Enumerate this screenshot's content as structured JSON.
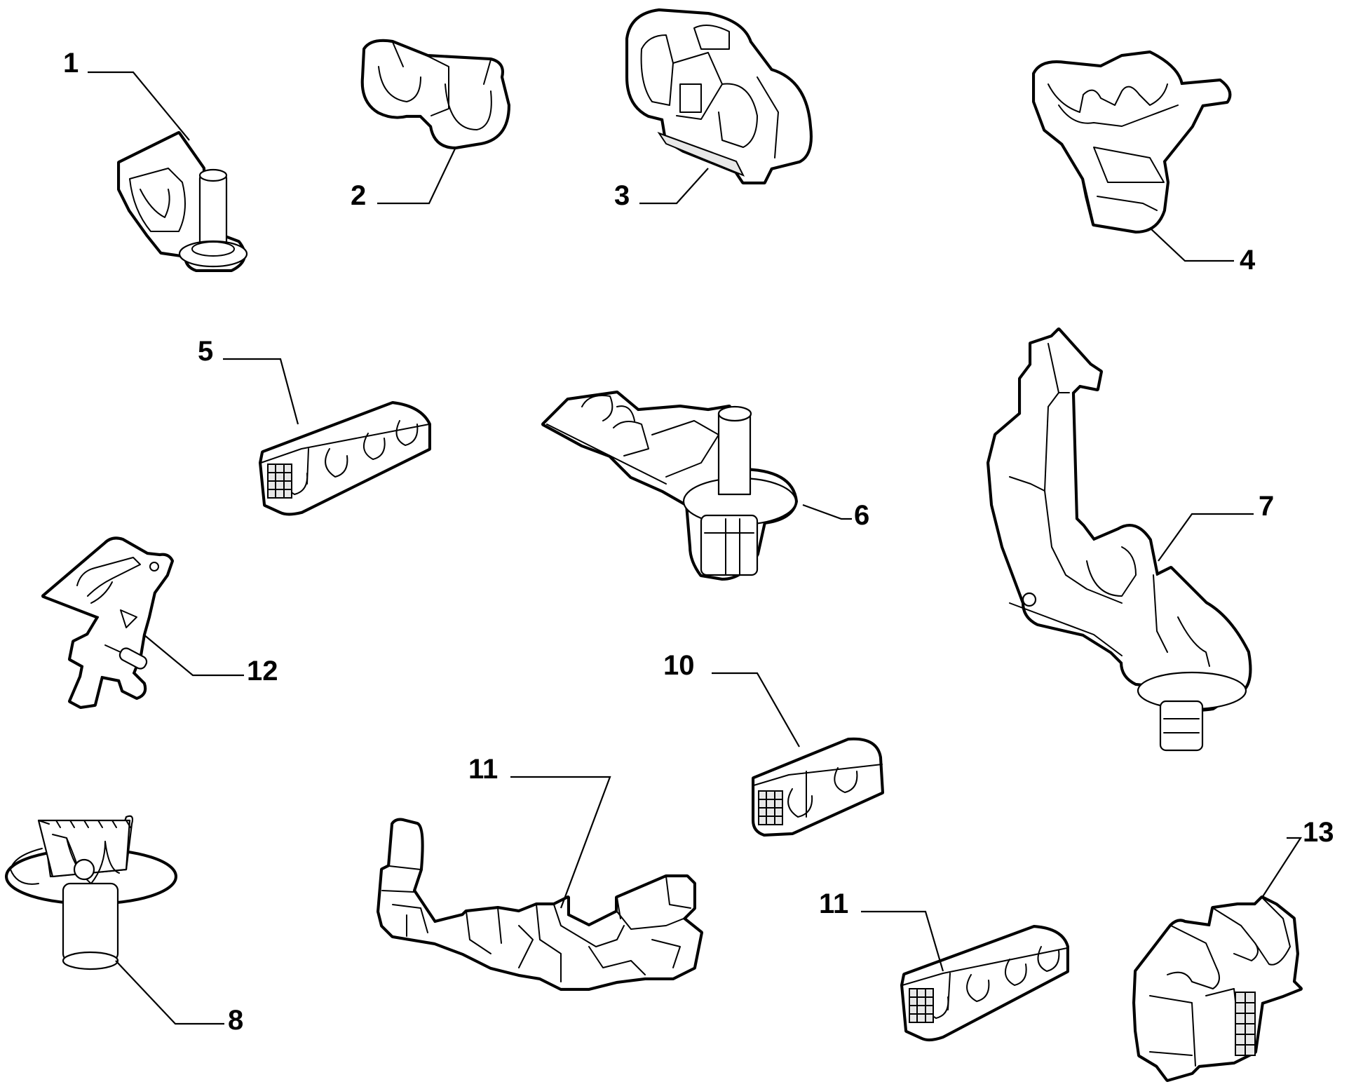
{
  "callouts": {
    "c1": "1",
    "c2": "2",
    "c3": "3",
    "c4": "4",
    "c5": "5",
    "c6": "6",
    "c7": "7",
    "c8": "8",
    "c10": "10",
    "c11a": "11",
    "c11b": "11",
    "c12": "12",
    "c13": "13"
  },
  "colors": {
    "line": "#000000",
    "background": "#ffffff"
  }
}
